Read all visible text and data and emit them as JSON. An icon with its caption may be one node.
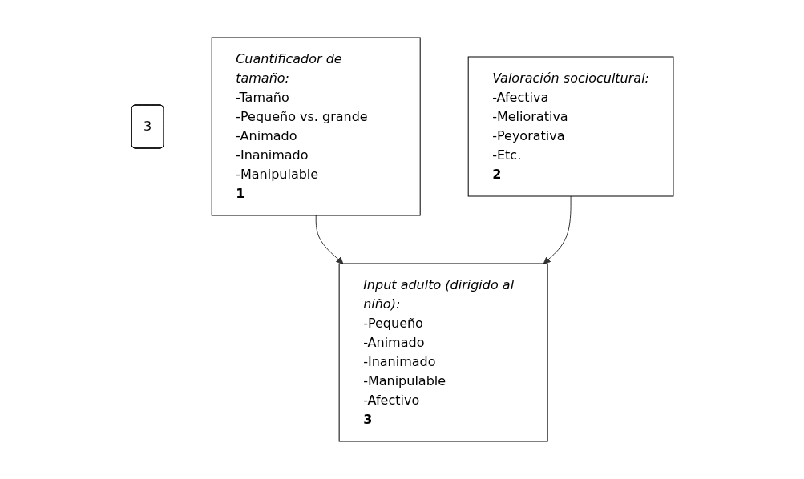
{
  "diagram": {
    "nodes": [
      {
        "text": [
          "3"
        ]
      },
      {
        "text": [
          "Cuantificador de tamaño:",
          "-Tamaño",
          "-Pequeño vs. grande",
          "-Animado",
          "-Inanimado",
          "-Manipulable",
          "1"
        ]
      },
      {
        "text": [
          "Valoración sociocultural:",
          "-Afectiva",
          "-Meliorativa",
          "-Peyorativa",
          "-Etc.",
          "2"
        ]
      },
      {
        "text": [
          "Input adulto (dirigido al niño):",
          "-Pequeño",
          "-Animado",
          "-Inanimado",
          "-Manipulable",
          "-Afectivo",
          "3"
        ]
      }
    ],
    "edges": [
      {
        "from": 1,
        "to": 3,
        "arrow": "to"
      },
      {
        "from": 2,
        "to": 3,
        "arrow": "to"
      }
    ]
  }
}
